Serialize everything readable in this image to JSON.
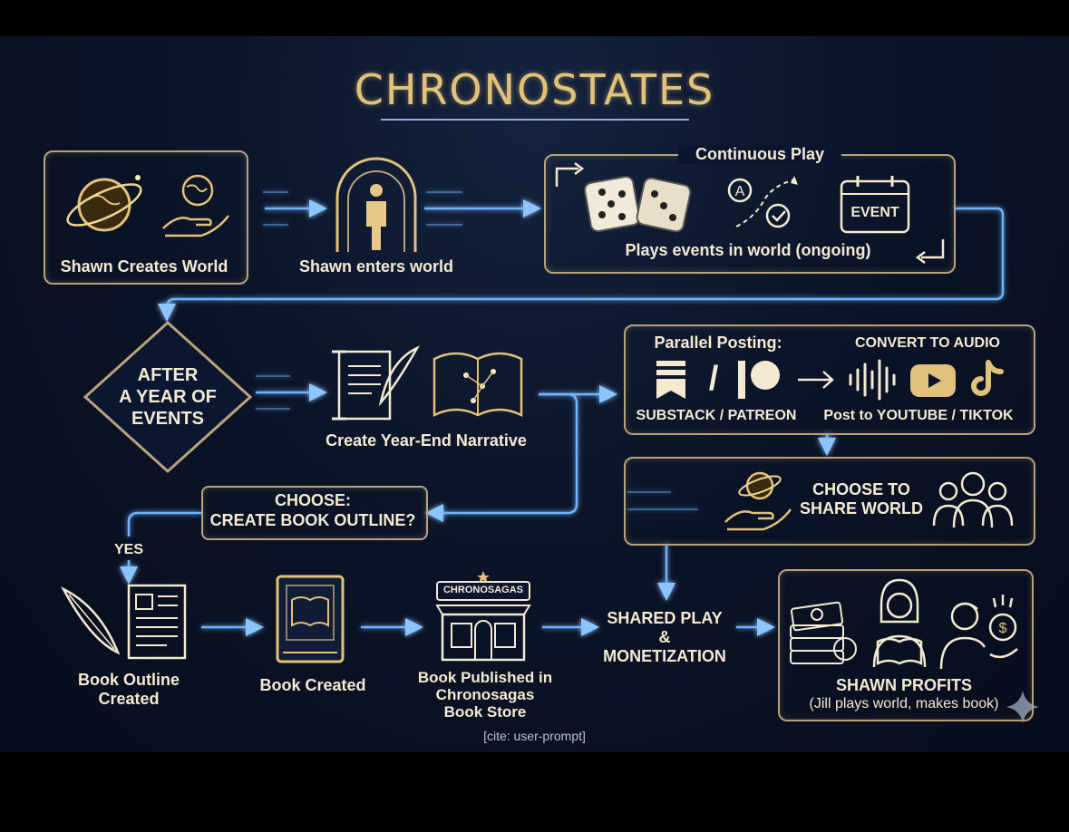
{
  "title": "CHRONOSTATES",
  "nodes": {
    "creates_world": "Shawn Creates World",
    "enters_world": "Shawn enters world",
    "continuous_play_title": "Continuous Play",
    "plays_events": "Plays events in world (ongoing)",
    "event_badge": "EVENT",
    "after_year": [
      "AFTER",
      "A YEAR OF",
      "EVENTS"
    ],
    "year_end": "Create Year-End Narrative",
    "parallel_posting": "Parallel Posting:",
    "convert_audio": "CONVERT TO AUDIO",
    "substack_patreon": "SUBSTACK / PATREON",
    "post_youtube": "Post to YOUTUBE / TIKTOK",
    "choose_share": [
      "CHOOSE TO",
      "SHARE WORLD"
    ],
    "choose_outline": [
      "CHOOSE:",
      "CREATE BOOK OUTLINE?"
    ],
    "yes": "YES",
    "book_outline": [
      "Book Outline",
      "Created"
    ],
    "book_created": "Book Created",
    "book_published": [
      "Book Published in",
      "Chronosagas",
      "Book Store"
    ],
    "store_sign": "CHRONOSAGAS",
    "shared_play": [
      "SHARED PLAY",
      "&",
      "MONETIZATION"
    ],
    "shawn_profits": "SHAWN PROFITS",
    "jill_note": "(Jill plays world, makes book)",
    "slash": "/"
  },
  "cite": "[cite: user-prompt]",
  "colors": {
    "gold": "#e2c27a",
    "wire": "#5fa8ff",
    "border": "#b8a27a",
    "text": "#f4ead2"
  },
  "icons": [
    "globe-ring-icon",
    "globe-hand-icon",
    "portal-person-icon",
    "dice-icon",
    "path-route-icon",
    "calendar-event-icon",
    "diamond-decision",
    "scroll-quill-icon",
    "open-book-icon",
    "substack-icon",
    "patreon-icon",
    "arrow-right-icon",
    "soundwave-icon",
    "youtube-icon",
    "tiktok-icon",
    "globe-hand-icon",
    "people-group-icon",
    "quill-icon",
    "document-icon",
    "book-icon",
    "storefront-icon",
    "money-stack-icon",
    "woman-reading-icon",
    "man-coin-icon",
    "sparkle-icon"
  ]
}
